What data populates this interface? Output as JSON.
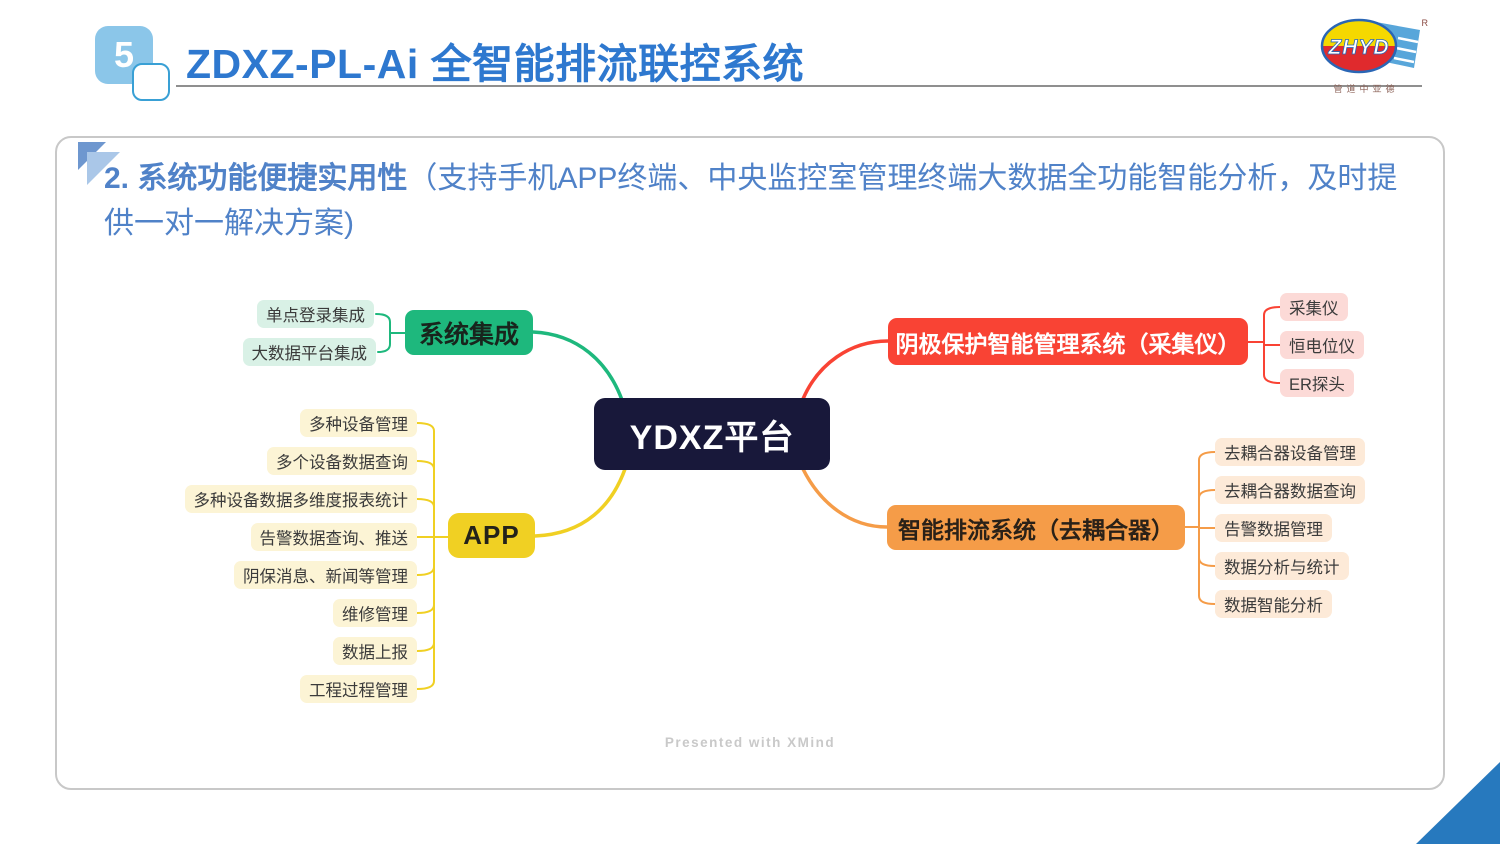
{
  "header": {
    "slide_number": "5",
    "title": "ZDXZ-PL-Ai 全智能排流联控系统",
    "logo": {
      "text": "ZHYD",
      "registered": "R",
      "subtext": "管道中亚德"
    }
  },
  "content": {
    "heading_bold": "2. 系统功能便捷实用性",
    "heading_rest": "（支持手机APP终端、中央监控室管理终端大数据全功能智能分析，及时提供一对一解决方案)",
    "watermark": "Presented with XMind"
  },
  "mindmap": {
    "center": "YDXZ平台",
    "branches": [
      {
        "label": "系统集成",
        "color": "#1eb87d",
        "light_color": "#d9f1e6",
        "children": [
          "单点登录集成",
          "大数据平台集成"
        ]
      },
      {
        "label": "APP",
        "color": "#f0d023",
        "light_color": "#fcf4d5",
        "children": [
          "多种设备管理",
          "多个设备数据查询",
          "多种设备数据多维度报表统计",
          "告警数据查询、推送",
          "阴保消息、新闻等管理",
          "维修管理",
          "数据上报",
          "工程过程管理"
        ]
      },
      {
        "label": "阴极保护智能管理系统（采集仪）",
        "color": "#f94334",
        "light_color": "#fcdad7",
        "children": [
          "采集仪",
          "恒电位仪",
          "ER探头"
        ]
      },
      {
        "label": "智能排流系统（去耦合器）",
        "color": "#f59c48",
        "light_color": "#fdead8",
        "children": [
          "去耦合器设备管理",
          "去耦合器数据查询",
          "告警数据管理",
          "数据分析与统计",
          "数据智能分析"
        ]
      }
    ]
  },
  "colors": {
    "title_blue": "#2e78cf",
    "heading_blue": "#5082c8",
    "center_node": "#18183a",
    "badge_blue": "#8bc6e9",
    "corner_blue": "#2779be"
  }
}
